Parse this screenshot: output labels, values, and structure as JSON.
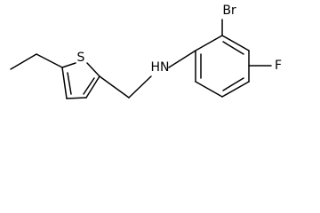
{
  "molecule": {
    "atoms": {
      "sulfur": "S",
      "nitrogen_hydrogen": "HN",
      "bromine": "Br",
      "fluorine": "F"
    },
    "colors": {
      "bond": "#000000",
      "label": "#000000",
      "background": "#ffffff"
    }
  }
}
